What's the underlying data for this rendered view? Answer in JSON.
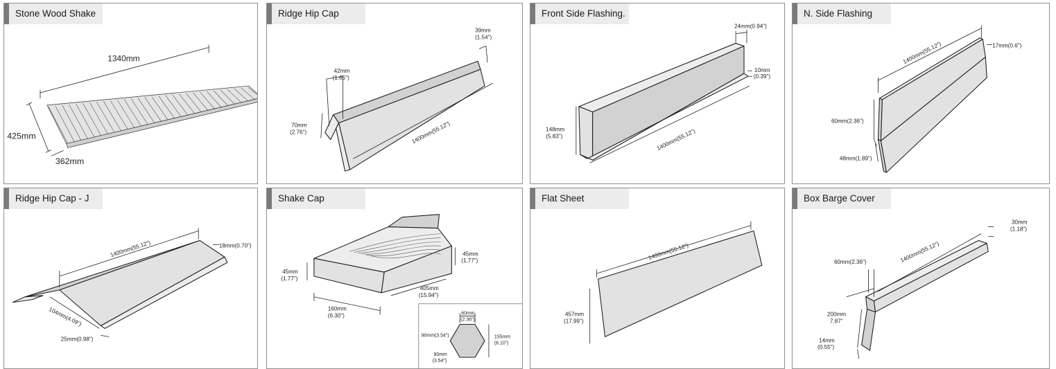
{
  "panels": [
    {
      "title": "Stone Wood Shake",
      "dims": [
        "1340mm",
        "425mm",
        "362mm"
      ]
    },
    {
      "title": "Ridge Hip Cap",
      "dims": [
        "39mm",
        "(1.54\")",
        "42mm",
        "(1.65\")",
        "70mm",
        "(2.76\")",
        "1400mm(55.12\")"
      ]
    },
    {
      "title": "Front Side Flashing.",
      "dims": [
        "24mm(0.94\")",
        "10mm",
        "(0.39\")",
        "148mm",
        "(5.83\")",
        "1400mm(55.12\")"
      ]
    },
    {
      "title": "N. Side Flashing",
      "dims": [
        "1400mm(55.12\")",
        "17mm(0.6\")",
        "60mm(2.36\")",
        "48mm(1.89\")"
      ]
    },
    {
      "title": "Ridge Hip Cap - J",
      "dims": [
        "1400mm(55.12\")",
        "18mm(0.70\")",
        "104mm(4.09\")",
        "25mm(0.98\")"
      ]
    },
    {
      "title": "Shake Cap",
      "dims": [
        "45mm",
        "(1.77\")",
        "45mm",
        "(1.77\")",
        "405mm",
        "(15.94\")",
        "160mm",
        "(6.30\")"
      ],
      "detail": [
        "60mm",
        "(2.36\")",
        "90mm(3.54\")",
        "155mm",
        "(6.10\")",
        "90mm",
        "(3.54\")"
      ]
    },
    {
      "title": "Flat Sheet",
      "dims": [
        "1400mm(55.12\")",
        "457mm",
        "(17.99\")"
      ]
    },
    {
      "title": "Box Barge Cover",
      "dims": [
        "30mm",
        "(1.18\")",
        "1400mm(55.12\")",
        "60mm(2.36\")",
        "200mm",
        "7.87\"",
        "14mm",
        "(0.55\")"
      ]
    }
  ]
}
